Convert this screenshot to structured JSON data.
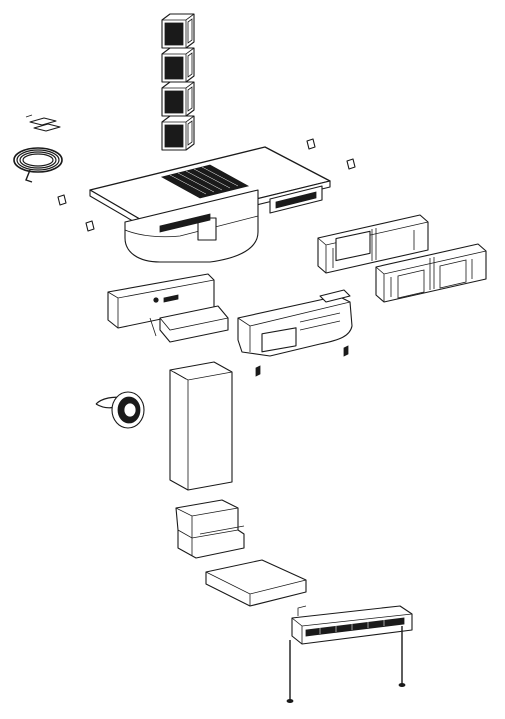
{
  "diagram": {
    "kind": "exploded-assembly",
    "parts": [
      "carbon-filter",
      "carbon-filter",
      "carbon-filter",
      "carbon-filter",
      "mounting-bracket",
      "sealing-cord",
      "cooktop",
      "hood-fan-unit",
      "extension-duct",
      "extension-duct",
      "outlet-adapter",
      "filter-housing",
      "tape-roll",
      "vertical-duct",
      "elbow-duct",
      "flat-duct",
      "plinth-base"
    ]
  }
}
